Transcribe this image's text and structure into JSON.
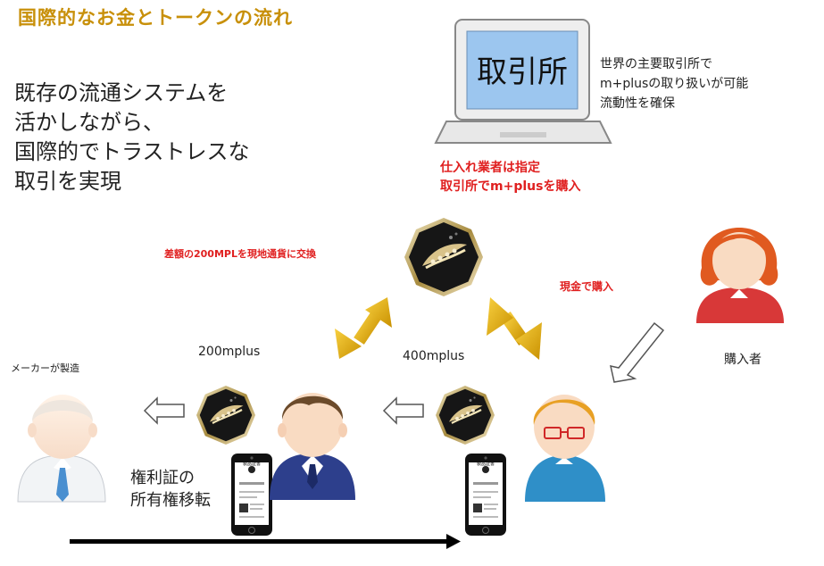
{
  "title": "国際的なお金とトークンの流れ",
  "lead_lines": [
    "既存の流通システムを",
    "活かしながら、",
    "国際的でトラストレスな",
    "取引を実現"
  ],
  "exchange": {
    "screen_label": "取引所",
    "note_lines": [
      "世界の主要取引所で",
      "m+plusの取り扱いが可能",
      "流動性を確保"
    ]
  },
  "trader_note_lines": [
    "仕入れ業者は指定",
    "取引所でm+plusを購入"
  ],
  "diff_note": "差額の200MPLを現地通貨に交換",
  "cash_note": "現金で購入",
  "buyer_label": "購入者",
  "maker_label": "メーカーが製造",
  "amount_left": "200mplus",
  "amount_right": "400mplus",
  "transfer_lines": [
    "権利証の",
    "所有権移転"
  ],
  "certificate_text": "製品証書",
  "colors": {
    "title": "#c8900a",
    "alert": "#e02020",
    "gold": "#e0a800",
    "coin": "#1a1a1a"
  }
}
